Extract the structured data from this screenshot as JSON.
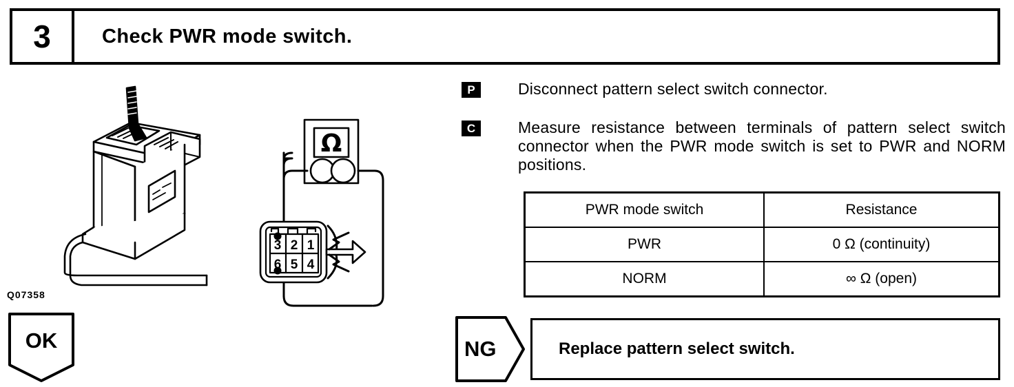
{
  "step": {
    "number": "3",
    "title": "Check PWR mode switch."
  },
  "instructions": [
    {
      "badge": "P",
      "text": "Disconnect pattern select switch connector."
    },
    {
      "badge": "C",
      "text": "Measure resistance between terminals of pattern select switch connector when the PWR mode switch is set to PWR and NORM positions."
    }
  ],
  "table": {
    "headers": [
      "PWR mode switch",
      "Resistance"
    ],
    "rows": [
      [
        "PWR",
        "0 Ω (continuity)"
      ],
      [
        "NORM",
        "∞ Ω (open)"
      ]
    ]
  },
  "figure": {
    "code": "Q07358",
    "meter_symbol": "Ω",
    "connector_terminals_top": [
      "3",
      "2",
      "1"
    ],
    "connector_terminals_bottom": [
      "6",
      "5",
      "4"
    ],
    "probe_terminals": [
      "3",
      "6"
    ]
  },
  "results": {
    "ok_label": "OK",
    "ng_label": "NG",
    "ng_action": "Replace pattern select switch."
  },
  "colors": {
    "ink": "#000000",
    "paper": "#ffffff"
  }
}
